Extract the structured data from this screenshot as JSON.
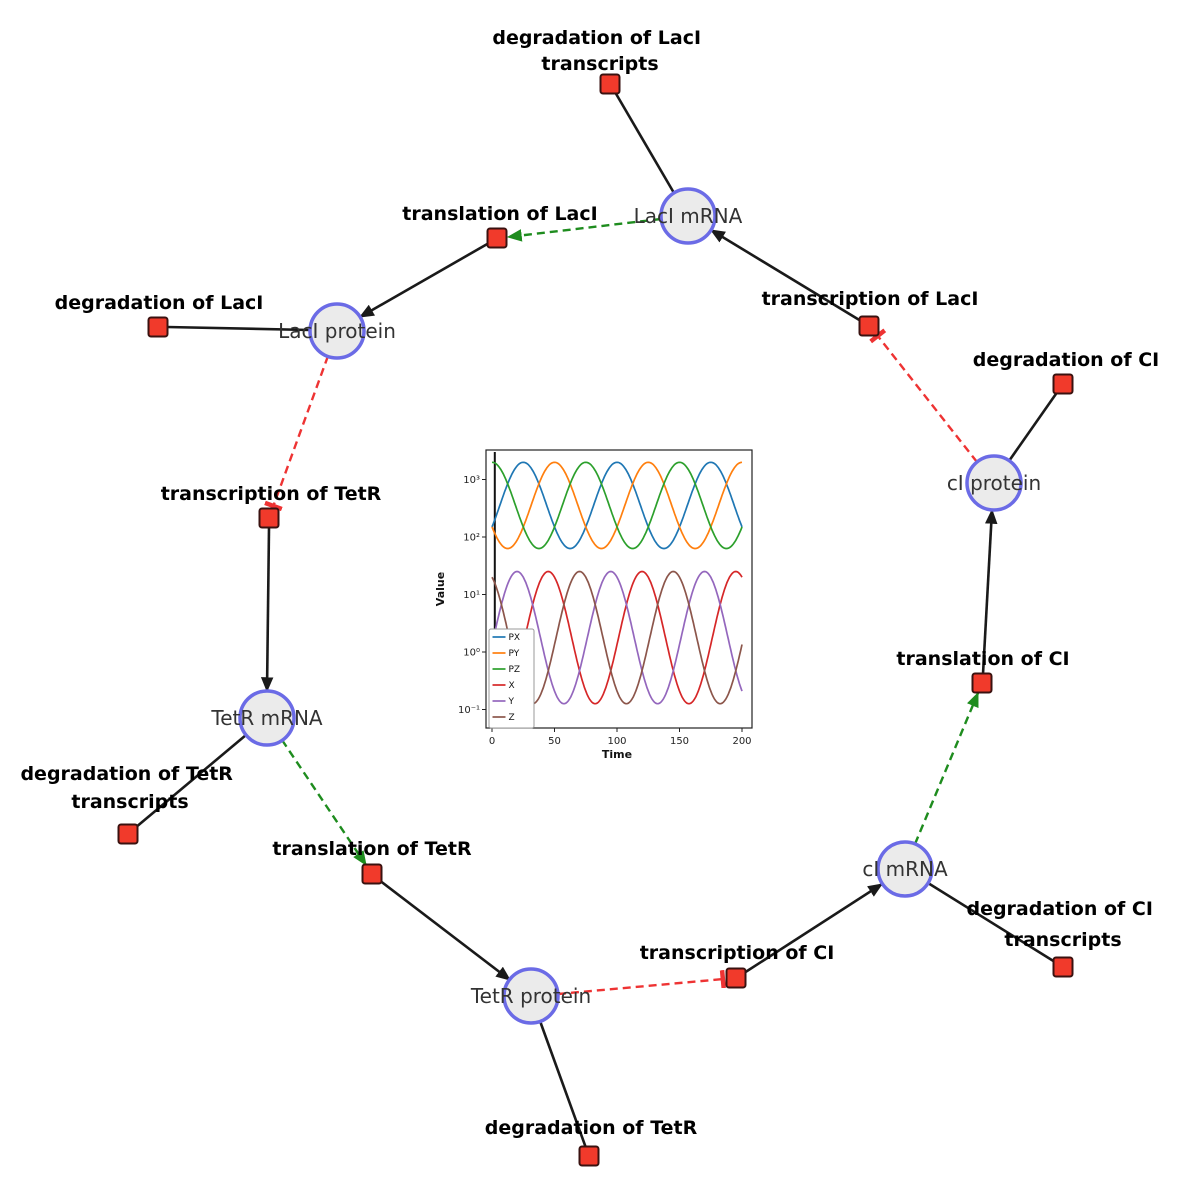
{
  "diagram": {
    "species": [
      {
        "label": "LacI mRNA"
      },
      {
        "label": "LacI protein"
      },
      {
        "label": "TetR mRNA"
      },
      {
        "label": "TetR protein"
      },
      {
        "label": "cI mRNA"
      },
      {
        "label": "cI protein"
      }
    ],
    "reactions": [
      {
        "lines": [
          "degradation of LacI",
          "transcripts"
        ]
      },
      {
        "lines": [
          "translation of LacI"
        ]
      },
      {
        "lines": [
          "transcription of LacI"
        ]
      },
      {
        "lines": [
          "degradation of LacI"
        ]
      },
      {
        "lines": [
          "degradation of CI"
        ]
      },
      {
        "lines": [
          "transcription of TetR"
        ]
      },
      {
        "lines": [
          "translation of CI"
        ]
      },
      {
        "lines": [
          "degradation of TetR",
          "transcripts"
        ]
      },
      {
        "lines": [
          "translation of TetR"
        ]
      },
      {
        "lines": [
          "transcription of CI"
        ]
      },
      {
        "lines": [
          "degradation of CI",
          "transcripts"
        ]
      },
      {
        "lines": [
          "degradation of TetR"
        ]
      }
    ],
    "edges": [
      {
        "from": "LacI mRNA",
        "to": "degradation of LacI transcripts",
        "type": "consumption"
      },
      {
        "from": "translation of LacI",
        "to": "LacI protein",
        "type": "production"
      },
      {
        "from": "LacI mRNA",
        "to": "translation of LacI",
        "type": "modifier"
      },
      {
        "from": "transcription of LacI",
        "to": "LacI mRNA",
        "type": "production"
      },
      {
        "from": "cI protein",
        "to": "transcription of LacI",
        "type": "inhibition"
      },
      {
        "from": "LacI protein",
        "to": "degradation of LacI",
        "type": "consumption"
      },
      {
        "from": "LacI protein",
        "to": "transcription of TetR",
        "type": "inhibition"
      },
      {
        "from": "transcription of TetR",
        "to": "TetR mRNA",
        "type": "production"
      },
      {
        "from": "TetR mRNA",
        "to": "degradation of TetR transcripts",
        "type": "consumption"
      },
      {
        "from": "TetR mRNA",
        "to": "translation of TetR",
        "type": "modifier"
      },
      {
        "from": "translation of TetR",
        "to": "TetR protein",
        "type": "production"
      },
      {
        "from": "TetR protein",
        "to": "degradation of TetR",
        "type": "consumption"
      },
      {
        "from": "TetR protein",
        "to": "transcription of CI",
        "type": "inhibition"
      },
      {
        "from": "transcription of CI",
        "to": "cI mRNA",
        "type": "production"
      },
      {
        "from": "cI mRNA",
        "to": "degradation of CI transcripts",
        "type": "consumption"
      },
      {
        "from": "cI mRNA",
        "to": "translation of CI",
        "type": "modifier"
      },
      {
        "from": "translation of CI",
        "to": "cI protein",
        "type": "production"
      },
      {
        "from": "cI protein",
        "to": "degradation of CI",
        "type": "consumption"
      }
    ],
    "colors": {
      "species_fill": "#ebebeb",
      "species_stroke": "#6b6be6",
      "reaction_fill": "#f13a2b",
      "reaction_stroke": "#3a1210",
      "production_edge": "#1a1a1a",
      "modifier_edge": "#1e8c1e",
      "inhibition_edge": "#ee3333"
    }
  },
  "chart_data": {
    "type": "line",
    "title": "",
    "xlabel": "Time",
    "ylabel": "Value",
    "x_range": [
      0,
      200
    ],
    "x_ticks": [
      0,
      50,
      100,
      150,
      200
    ],
    "y_scale": "log",
    "y_tick_labels": [
      "10⁻¹",
      "10⁰",
      "10¹",
      "10²",
      "10³"
    ],
    "y_ticks_log10": [
      -1,
      0,
      1,
      2,
      3
    ],
    "legend_position": "lower left",
    "description": "Repressilator simulation: protein series PX, PY, PZ oscillate between ~60 and ~2000; mRNA series X, Y, Z oscillate between ~0.13 and ~25; period ~75 time units, series phase-shifted by one third of a period; sharp initial transient near t=0.",
    "series": [
      {
        "name": "PX",
        "color": "#1f77b4",
        "log10_center": 2.55,
        "log10_amplitude": 0.75,
        "period": 75,
        "peak_time": 25
      },
      {
        "name": "PY",
        "color": "#ff7f0e",
        "log10_center": 2.55,
        "log10_amplitude": 0.75,
        "period": 75,
        "peak_time": 50
      },
      {
        "name": "PZ",
        "color": "#2ca02c",
        "log10_center": 2.55,
        "log10_amplitude": 0.75,
        "period": 75,
        "peak_time": 75
      },
      {
        "name": "X",
        "color": "#d62728",
        "log10_center": 0.25,
        "log10_amplitude": 1.15,
        "period": 75,
        "peak_time": 45
      },
      {
        "name": "Y",
        "color": "#9467bd",
        "log10_center": 0.25,
        "log10_amplitude": 1.15,
        "period": 75,
        "peak_time": 20
      },
      {
        "name": "Z",
        "color": "#8c564b",
        "log10_center": 0.25,
        "log10_amplitude": 1.15,
        "period": 75,
        "peak_time": 70
      }
    ]
  }
}
